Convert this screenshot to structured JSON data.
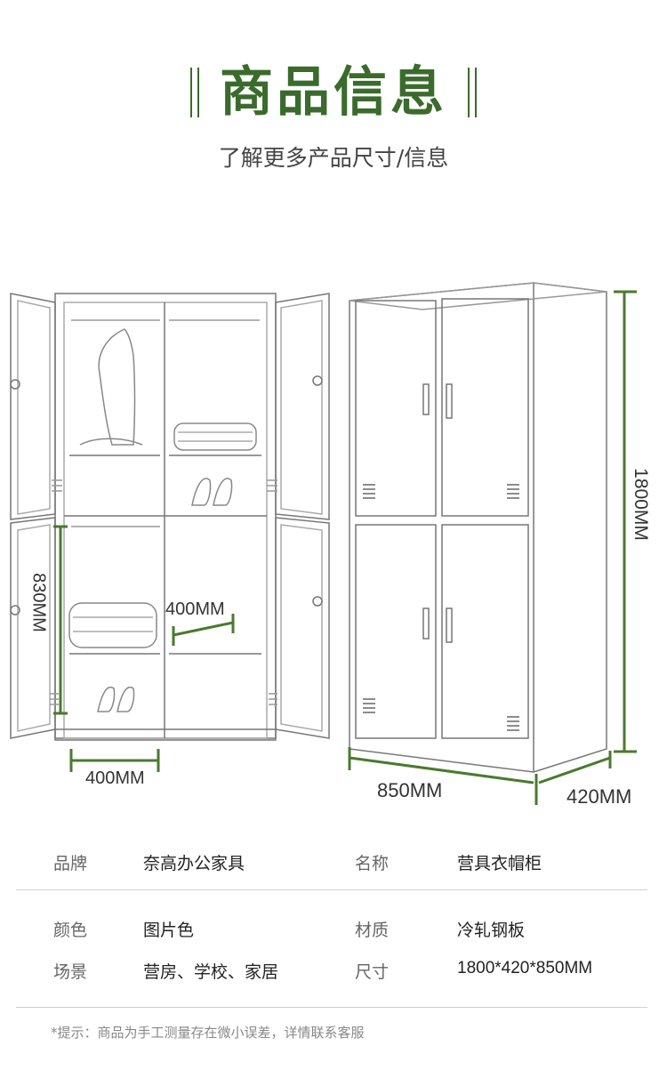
{
  "header": {
    "title": "商品信息",
    "subtitle": "了解更多产品尺寸/信息"
  },
  "dimensions": {
    "width_label": "850MM",
    "depth_label": "420MM",
    "height_label": "1800MM",
    "compartment_height_label": "830MM",
    "compartment_width_label": "400MM",
    "shelf_width_label": "400MM"
  },
  "specs": {
    "row1": {
      "label1": "品牌",
      "value1": "奈高办公家具",
      "label2": "名称",
      "value2": "营具衣帽柜"
    },
    "row2": {
      "label1": "颜色",
      "value1": "图片色",
      "label2": "材质",
      "value2": "冷轧钢板"
    },
    "row3": {
      "label1": "场景",
      "value1": "营房、学校、家居",
      "label2": "尺寸",
      "value2": "1800*420*850MM"
    }
  },
  "footer": {
    "note": "*提示：商品为手工测量存在微小误差，详情联系客服"
  },
  "colors": {
    "accent": "#3a6b2c",
    "dimension_line": "#4a7a2e"
  }
}
